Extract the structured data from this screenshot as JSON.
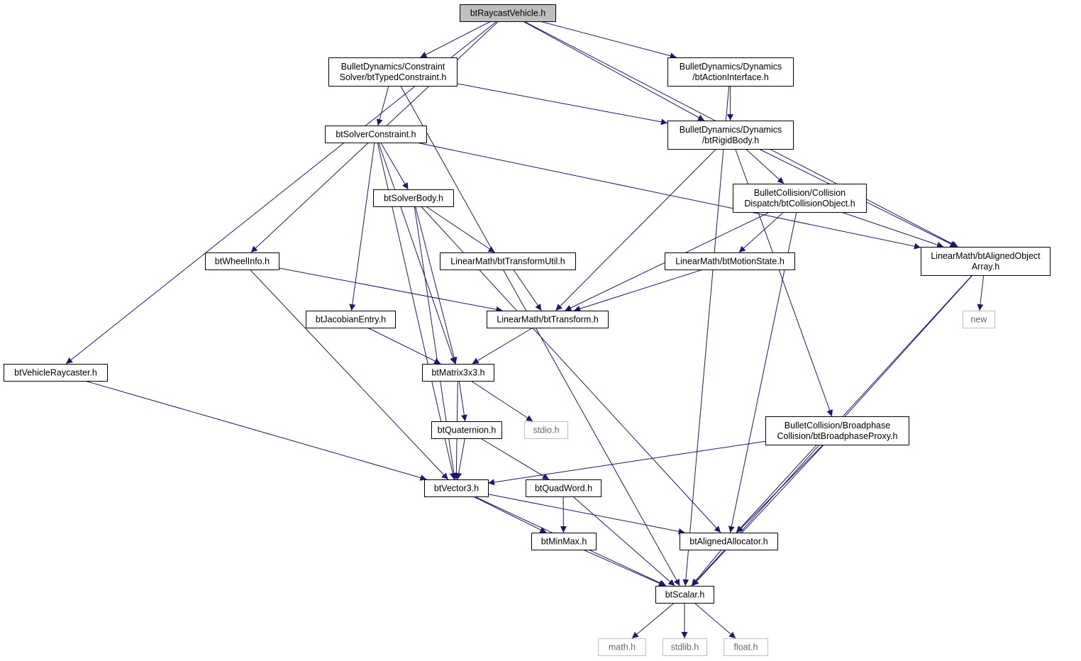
{
  "colors": {
    "edge": "#191970",
    "root_fill": "#bfbfbf",
    "external_border": "#bfbfbf"
  },
  "nodes": {
    "raycast_vehicle": {
      "lines": [
        "btRaycastVehicle.h"
      ]
    },
    "typed_constraint": {
      "lines": [
        "BulletDynamics/Constraint",
        "Solver/btTypedConstraint.h"
      ]
    },
    "action_interface": {
      "lines": [
        "BulletDynamics/Dynamics",
        "/btActionInterface.h"
      ]
    },
    "solver_constraint": {
      "lines": [
        "btSolverConstraint.h"
      ]
    },
    "rigid_body": {
      "lines": [
        "BulletDynamics/Dynamics",
        "/btRigidBody.h"
      ]
    },
    "solver_body": {
      "lines": [
        "btSolverBody.h"
      ]
    },
    "collision_object": {
      "lines": [
        "BulletCollision/Collision",
        "Dispatch/btCollisionObject.h"
      ]
    },
    "wheel_info": {
      "lines": [
        "btWheelInfo.h"
      ]
    },
    "transform_util": {
      "lines": [
        "LinearMath/btTransformUtil.h"
      ]
    },
    "motion_state": {
      "lines": [
        "LinearMath/btMotionState.h"
      ]
    },
    "aligned_object_array": {
      "lines": [
        "LinearMath/btAlignedObject",
        "Array.h"
      ]
    },
    "jacobian_entry": {
      "lines": [
        "btJacobianEntry.h"
      ]
    },
    "transform": {
      "lines": [
        "LinearMath/btTransform.h"
      ]
    },
    "new": {
      "lines": [
        "new"
      ]
    },
    "vehicle_raycaster": {
      "lines": [
        "btVehicleRaycaster.h"
      ]
    },
    "matrix3x3": {
      "lines": [
        "btMatrix3x3.h"
      ]
    },
    "broadphase_proxy": {
      "lines": [
        "BulletCollision/Broadphase",
        "Collision/btBroadphaseProxy.h"
      ]
    },
    "quaternion": {
      "lines": [
        "btQuaternion.h"
      ]
    },
    "stdio": {
      "lines": [
        "stdio.h"
      ]
    },
    "vector3": {
      "lines": [
        "btVector3.h"
      ]
    },
    "quad_word": {
      "lines": [
        "btQuadWord.h"
      ]
    },
    "min_max": {
      "lines": [
        "btMinMax.h"
      ]
    },
    "aligned_allocator": {
      "lines": [
        "btAlignedAllocator.h"
      ]
    },
    "scalar": {
      "lines": [
        "btScalar.h"
      ]
    },
    "math": {
      "lines": [
        "math.h"
      ]
    },
    "stdlib": {
      "lines": [
        "stdlib.h"
      ]
    },
    "float": {
      "lines": [
        "float.h"
      ]
    }
  },
  "edges": [
    [
      "raycast_vehicle",
      "typed_constraint"
    ],
    [
      "raycast_vehicle",
      "action_interface"
    ],
    [
      "raycast_vehicle",
      "rigid_body"
    ],
    [
      "raycast_vehicle",
      "aligned_object_array"
    ],
    [
      "raycast_vehicle",
      "wheel_info"
    ],
    [
      "raycast_vehicle",
      "vehicle_raycaster"
    ],
    [
      "typed_constraint",
      "solver_constraint"
    ],
    [
      "typed_constraint",
      "rigid_body"
    ],
    [
      "typed_constraint",
      "scalar"
    ],
    [
      "action_interface",
      "rigid_body"
    ],
    [
      "action_interface",
      "scalar"
    ],
    [
      "solver_constraint",
      "solver_body"
    ],
    [
      "solver_constraint",
      "jacobian_entry"
    ],
    [
      "solver_constraint",
      "matrix3x3"
    ],
    [
      "solver_constraint",
      "vector3"
    ],
    [
      "solver_constraint",
      "aligned_object_array"
    ],
    [
      "rigid_body",
      "collision_object"
    ],
    [
      "rigid_body",
      "transform"
    ],
    [
      "rigid_body",
      "aligned_object_array"
    ],
    [
      "rigid_body",
      "broadphase_proxy"
    ],
    [
      "solver_body",
      "transform_util"
    ],
    [
      "solver_body",
      "matrix3x3"
    ],
    [
      "solver_body",
      "vector3"
    ],
    [
      "solver_body",
      "aligned_allocator"
    ],
    [
      "collision_object",
      "motion_state"
    ],
    [
      "collision_object",
      "transform"
    ],
    [
      "collision_object",
      "aligned_object_array"
    ],
    [
      "collision_object",
      "aligned_allocator"
    ],
    [
      "wheel_info",
      "transform"
    ],
    [
      "wheel_info",
      "vector3"
    ],
    [
      "transform_util",
      "transform"
    ],
    [
      "motion_state",
      "transform"
    ],
    [
      "aligned_object_array",
      "new"
    ],
    [
      "aligned_object_array",
      "aligned_allocator"
    ],
    [
      "aligned_object_array",
      "scalar"
    ],
    [
      "jacobian_entry",
      "matrix3x3"
    ],
    [
      "transform",
      "matrix3x3"
    ],
    [
      "vehicle_raycaster",
      "vector3"
    ],
    [
      "matrix3x3",
      "quaternion"
    ],
    [
      "matrix3x3",
      "stdio"
    ],
    [
      "matrix3x3",
      "vector3"
    ],
    [
      "broadphase_proxy",
      "vector3"
    ],
    [
      "broadphase_proxy",
      "aligned_allocator"
    ],
    [
      "broadphase_proxy",
      "scalar"
    ],
    [
      "quaternion",
      "vector3"
    ],
    [
      "quaternion",
      "quad_word"
    ],
    [
      "vector3",
      "min_max"
    ],
    [
      "vector3",
      "aligned_allocator"
    ],
    [
      "vector3",
      "scalar"
    ],
    [
      "quad_word",
      "min_max"
    ],
    [
      "quad_word",
      "scalar"
    ],
    [
      "min_max",
      "scalar"
    ],
    [
      "aligned_allocator",
      "scalar"
    ],
    [
      "scalar",
      "math"
    ],
    [
      "scalar",
      "stdlib"
    ],
    [
      "scalar",
      "float"
    ]
  ]
}
